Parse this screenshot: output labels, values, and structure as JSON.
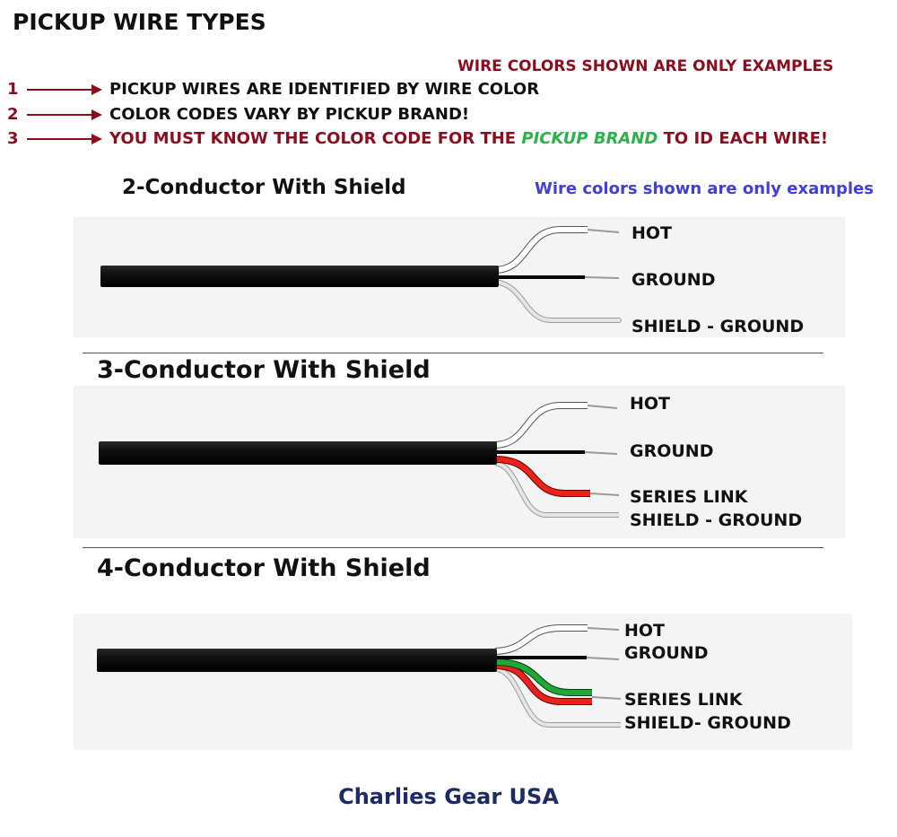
{
  "title": "PICKUP WIRE TYPES",
  "note_red": "WIRE COLORS SHOWN ARE ONLY EXAMPLES",
  "numbered": [
    {
      "num": "1",
      "text": "PICKUP WIRES ARE IDENTIFIED BY WIRE COLOR"
    },
    {
      "num": "2",
      "text": "COLOR CODES VARY BY PICKUP BRAND!"
    },
    {
      "num": "3",
      "text_a": "YOU MUST KNOW THE COLOR CODE FOR THE ",
      "brand": "PICKUP BRAND",
      "text_b": " TO ID EACH WIRE!"
    }
  ],
  "note_blue": "Wire colors shown are only examples",
  "sections": [
    {
      "heading": "2-Conductor With Shield",
      "labels": [
        "HOT",
        "GROUND",
        "SHIELD - GROUND"
      ]
    },
    {
      "heading": "3-Conductor With Shield",
      "labels": [
        "HOT",
        "GROUND",
        "SERIES LINK",
        "SHIELD - GROUND"
      ]
    },
    {
      "heading": "4-Conductor With Shield",
      "labels": [
        "HOT",
        "GROUND",
        "SERIES LINK",
        "SHIELD- GROUND"
      ]
    }
  ],
  "footer": "Charlies Gear USA",
  "colors": {
    "heading_red": "#8a0e1e",
    "brand_green": "#2bb24a",
    "note_blue": "#4040d8",
    "footer_navy": "#1c2a66",
    "wire_hot": "#ffffff",
    "wire_ground": "#000000",
    "wire_series": "#e8231b",
    "wire_green": "#1fa83a",
    "wire_shield": "#c8c8c8",
    "cable": "#141414"
  }
}
